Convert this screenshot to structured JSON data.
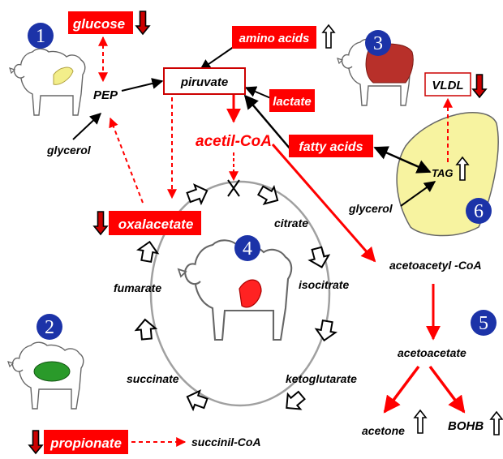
{
  "colors": {
    "red": "#ff0000",
    "darkred": "#cc0000",
    "badge": "#1c33a8",
    "muscle": "#b8302a",
    "liver": "#f7f3a0",
    "rumen": "#2a9a2a",
    "cycle": "#a0a0a0"
  },
  "badges": [
    "1",
    "2",
    "3",
    "4",
    "5",
    "6"
  ],
  "labels": {
    "glucose": "glucose",
    "amino_acids": "amino acids",
    "lactate": "lactate",
    "fatty_acids": "fatty acids",
    "oxalacetate": "oxalacetate",
    "propionate": "propionate",
    "vldl": "VLDL",
    "pyruvate": "piruvate",
    "pep": "PEP",
    "glycerol_left": "glycerol",
    "acetil_coa": "acetil-CoA",
    "citrate": "citrate",
    "isocitrate": "isocitrate",
    "ketoglutarate": "ketoglutarate",
    "succinil_coa": "succinil-CoA",
    "succinate": "succinate",
    "fumarate": "fumarate",
    "acetoacetyl_coa": "acetoacetyl -CoA",
    "acetoacetate": "acetoacetate",
    "acetone": "acetone",
    "bohb": "BOHB",
    "tag": "TAG",
    "glycerol_right": "glycerol"
  },
  "arrow_icons": [
    "arrow-down-icon",
    "arrow-up-icon"
  ]
}
